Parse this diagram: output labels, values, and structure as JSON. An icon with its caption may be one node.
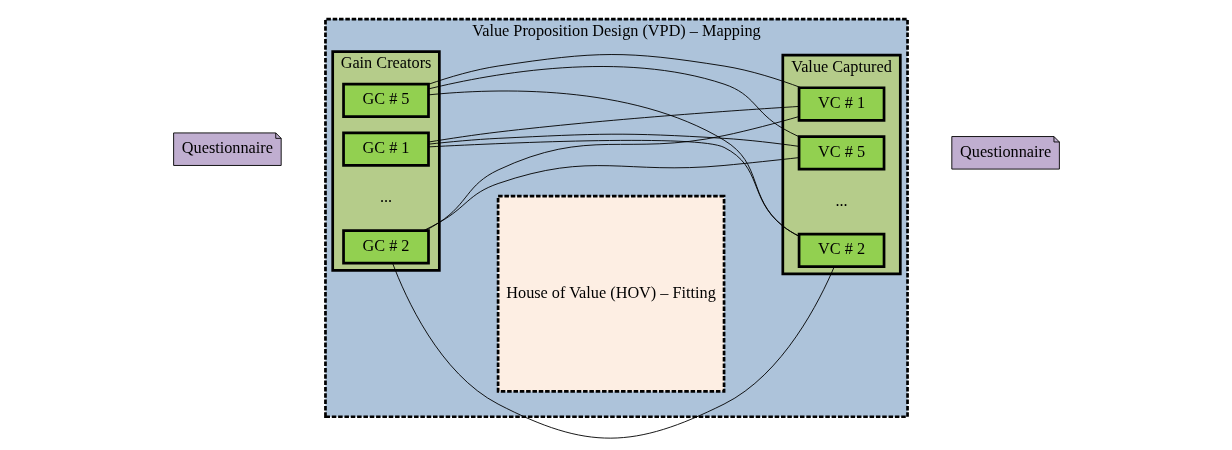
{
  "diagram": {
    "nodes": [
      {
        "text": [
          "Value Proposition Design (VPD) – Mapping"
        ]
      },
      {
        "text": [
          "Questionnaire"
        ]
      },
      {
        "text": [
          "Gain Creators"
        ],
        "in": 0
      },
      {
        "text": [
          "GC # 1"
        ],
        "in": 2
      },
      {
        "text": [
          "GC # 2"
        ],
        "in": 2
      },
      {
        "text": [
          "GC # 5"
        ],
        "in": 2
      },
      {
        "text": [
          "House of Value (HOV) – Fitting"
        ],
        "in": 0
      },
      {
        "text": [
          "Value Captured"
        ],
        "in": 0
      },
      {
        "text": [
          "VC # 1"
        ],
        "in": 7
      },
      {
        "text": [
          "VC # 2"
        ],
        "in": 7
      },
      {
        "text": [
          "VC # 5"
        ],
        "in": 7
      },
      {
        "text": [
          "Questionnaire"
        ]
      }
    ],
    "edges": [
      {
        "from": 3,
        "to": 8,
        "arrow": "none"
      },
      {
        "from": 3,
        "to": 9,
        "arrow": "none"
      },
      {
        "from": 3,
        "to": 10,
        "arrow": "none"
      },
      {
        "from": 4,
        "to": 8,
        "arrow": "none"
      },
      {
        "from": 4,
        "to": 9,
        "arrow": "none"
      },
      {
        "from": 4,
        "to": 10,
        "arrow": "none"
      },
      {
        "from": 5,
        "to": 8,
        "arrow": "none"
      },
      {
        "from": 5,
        "to": 9,
        "arrow": "none"
      },
      {
        "from": 5,
        "to": 10,
        "arrow": "none"
      }
    ],
    "labels": [
      "...",
      "..."
    ]
  }
}
